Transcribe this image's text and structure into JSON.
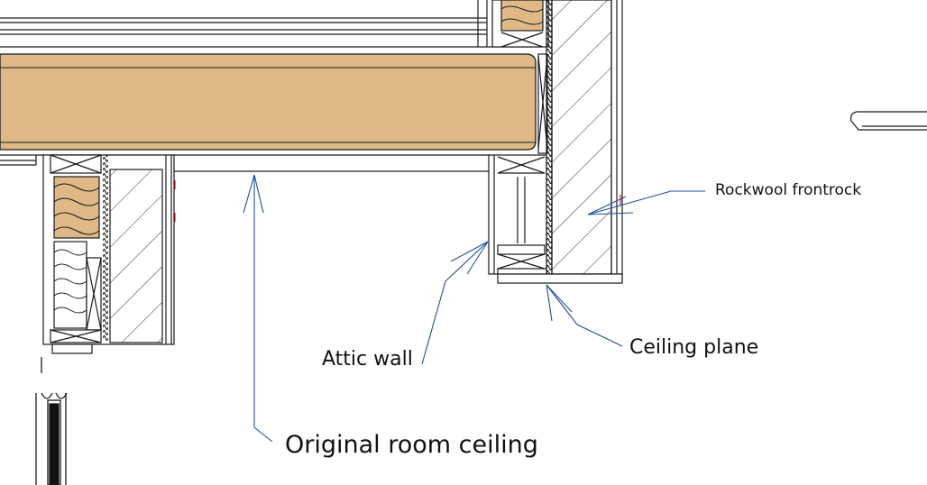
{
  "labels": {
    "rockwool": "Rockwool frontrock",
    "ceiling_plane": "Ceiling plane",
    "attic_wall": "Attic wall",
    "original_ceiling": "Original room ceiling"
  },
  "colors": {
    "timber": "#deb887",
    "line": "#1a1a1a",
    "leader": "#1f4e9c",
    "red_mark": "#cc0000"
  }
}
